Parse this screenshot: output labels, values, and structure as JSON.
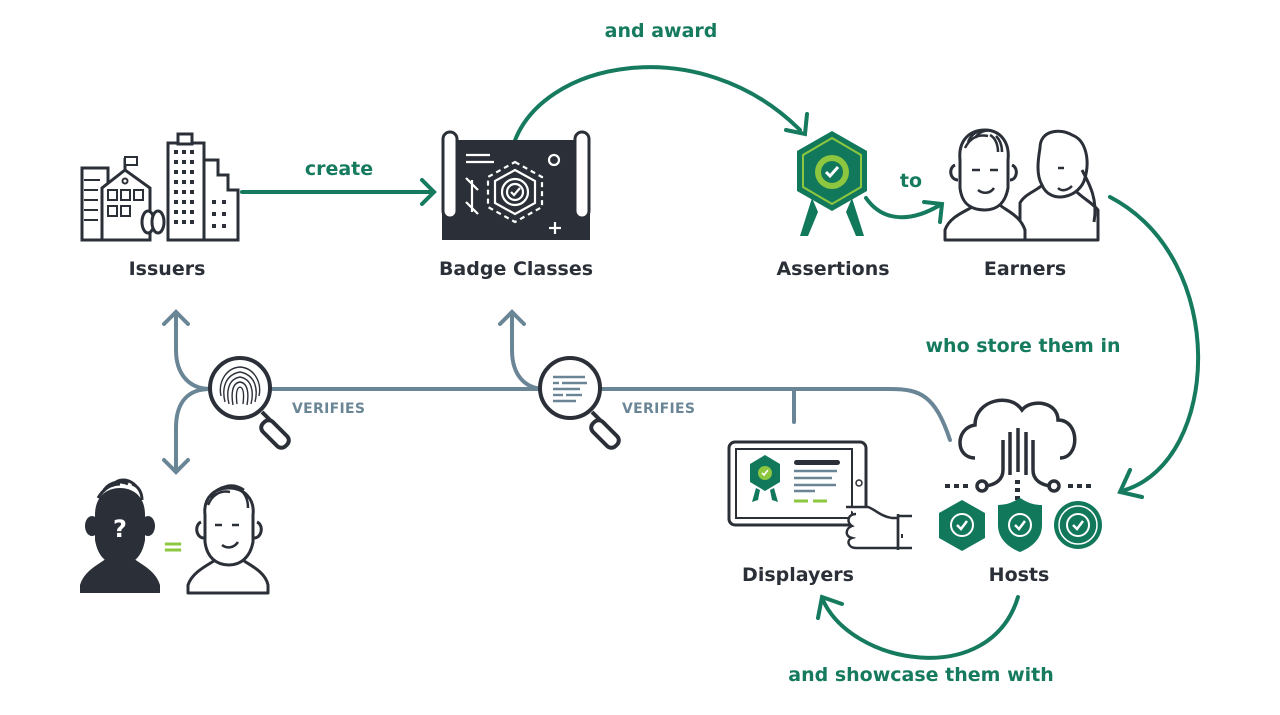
{
  "colors": {
    "ink": "#2b3038",
    "flow_green": "#157a5e",
    "badge_green": "#12785b",
    "badge_light": "#8dc63f",
    "verify_gray": "#6a8696"
  },
  "nodes": {
    "issuers": {
      "label": "Issuers",
      "icon": "city-buildings-icon"
    },
    "badge_classes": {
      "label": "Badge Classes",
      "icon": "blueprint-badge-icon"
    },
    "assertions": {
      "label": "Assertions",
      "icon": "award-ribbon-badge-icon"
    },
    "earners": {
      "label": "Earners",
      "icon": "two-people-icon"
    },
    "hosts": {
      "label": "Hosts",
      "icon": "cloud-badges-icon"
    },
    "displayers": {
      "label": "Displayers",
      "icon": "tablet-in-hand-icon"
    }
  },
  "flows": {
    "create": "create",
    "and_award": "and award",
    "to": "to",
    "who_store": "who store them in",
    "and_showcase": "and showcase them with"
  },
  "verification": {
    "verifies_1": "VERIFIES",
    "verifies_2": "VERIFIES",
    "identity_question": "?",
    "equals": "="
  }
}
